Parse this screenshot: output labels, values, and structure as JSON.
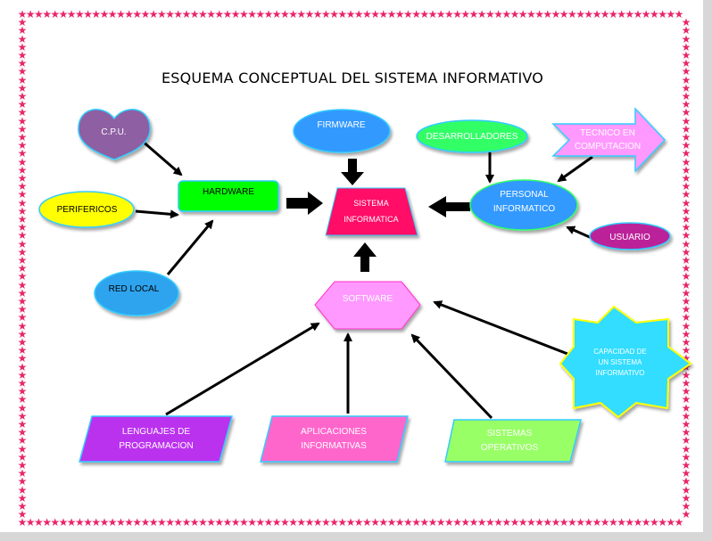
{
  "title": "ESQUEMA CONCEPTUAL DEL SISTEMA INFORMATIVO",
  "colors": {
    "border_stars": "#e8256a",
    "cpu": "#8e5ea2",
    "perifericos": "#ffff00",
    "red_local": "#2ea4ef",
    "hardware": "#00ff00",
    "firmware": "#3399ff",
    "sistema": "#ff1166",
    "desarrolladores": "#33ff66",
    "tecnico": "#ff99ff",
    "personal": "#3399ff",
    "usuario": "#bb2299",
    "software": "#ff99ff",
    "capacidad": "#33ddff",
    "lenguajes": "#bb33ee",
    "aplicaciones": "#ff66cc",
    "sistemas_operativos": "#99ff66"
  },
  "nodes": {
    "cpu": "C.P.U.",
    "perifericos": "PERIFERICOS",
    "red_local": "RED LOCAL",
    "hardware": "HARDWARE",
    "firmware": "FIRMWARE",
    "sistema": "SISTEMA\nINFORMATICA",
    "desarrolladores": "DESARROLLADORES",
    "tecnico": "TECNICO EN\nCOMPUTACION",
    "personal": "PERSONAL\nINFORMATICO",
    "usuario": "USUARIO",
    "software": "SOFTWARE",
    "capacidad": "CAPACIDAD DE\nUN SISTEMA\nINFORMATIVO",
    "lenguajes": "LENGUAJES DE\nPROGRAMACION",
    "aplicaciones": "APLICACIONES\nINFORMATIVAS",
    "sistemas_operativos": "SISTEMAS\nOPERATIVOS"
  }
}
